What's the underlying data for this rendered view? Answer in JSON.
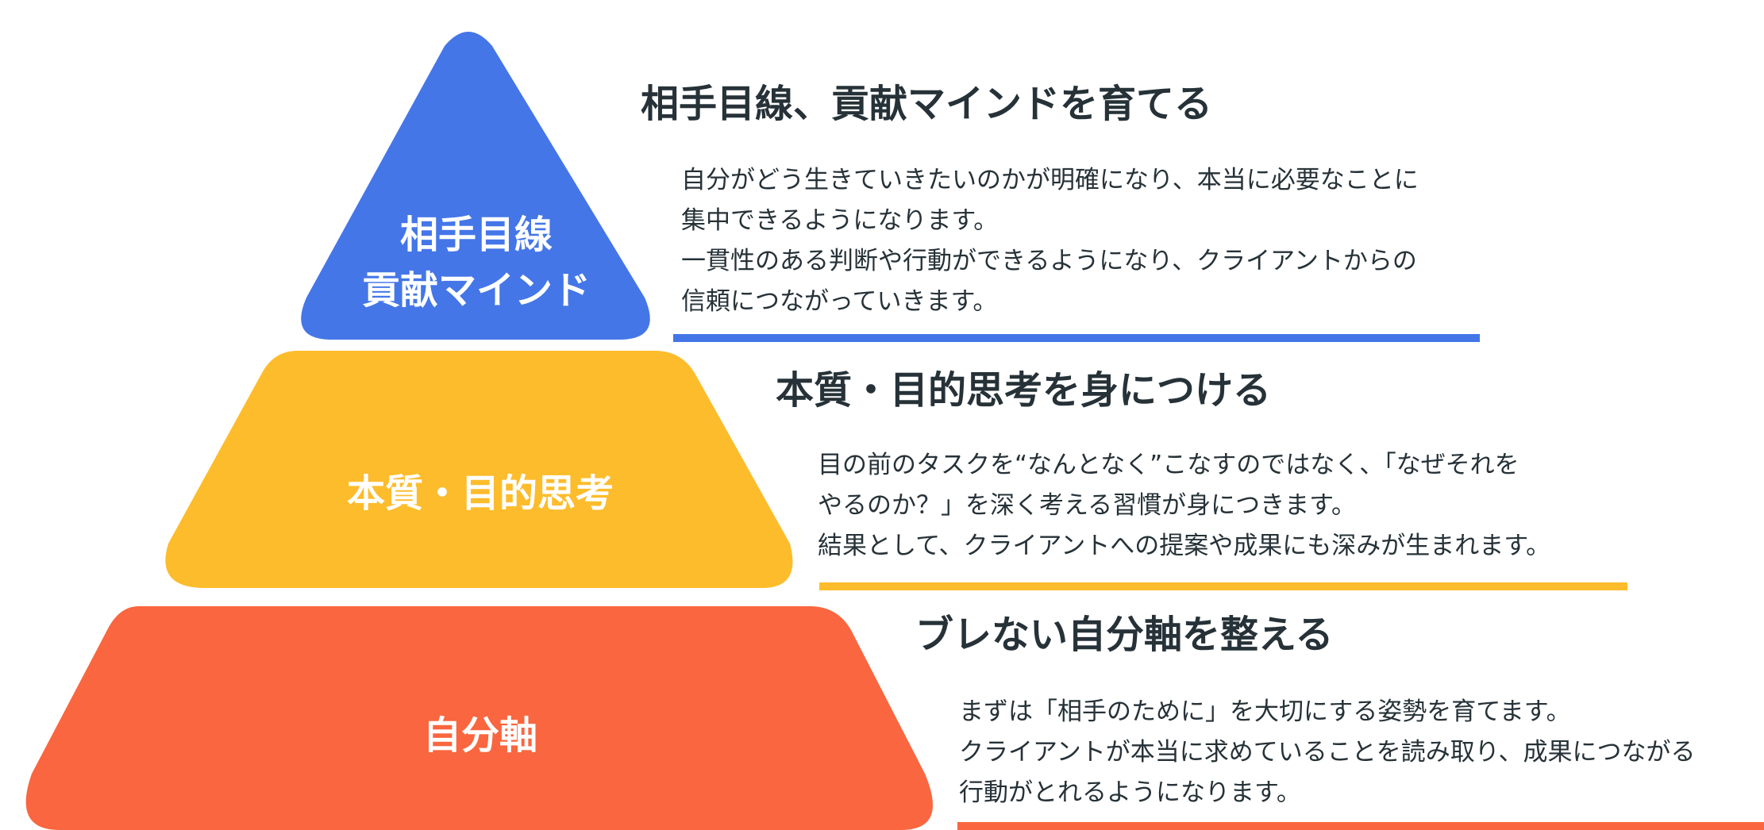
{
  "colors": {
    "blue": "#4476E8",
    "yellow": "#FDBC2C",
    "orange": "#F9663F",
    "text": "#263238"
  },
  "tiers": [
    {
      "label_lines": [
        "相手目線",
        "貢献マインド"
      ],
      "heading": "相手目線、貢献マインドを育てる",
      "description": [
        "自分がどう生きていきたいのかが明確になり、本当に必要なことに",
        "集中できるようになります。",
        "一貫性のある判断や行動ができるようになり、クライアントからの",
        "信頼につながっていきます。"
      ]
    },
    {
      "label_lines": [
        "本質・目的思考"
      ],
      "heading": "本質・目的思考を身につける",
      "description": [
        "目の前のタスクを“なんとなく”こなすのではなく、「なぜそれを",
        "やるのか？」を深く考える習慣が身につきます。",
        "結果として、クライアントへの提案や成果にも深みが生まれます。"
      ]
    },
    {
      "label_lines": [
        "自分軸"
      ],
      "heading": "ブレない自分軸を整える",
      "description": [
        "まずは「相手のために」を大切にする姿勢を育てます。",
        "クライアントが本当に求めていることを読み取り、成果につながる",
        "行動がとれるようになります。"
      ]
    }
  ]
}
